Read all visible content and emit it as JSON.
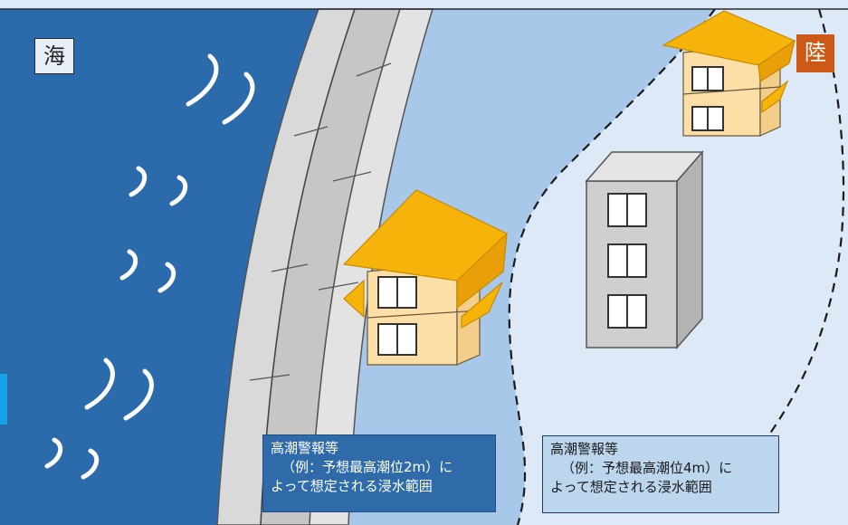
{
  "labels": {
    "sea": "海",
    "land": "陸"
  },
  "zones": {
    "zone_2m": {
      "line1": "高潮警報等",
      "line2": "（例：予想最高潮位2m）に",
      "line3": "よって想定される浸水範囲"
    },
    "zone_4m": {
      "line1": "高潮警報等",
      "line2": "（例：予想最高潮位4m）に",
      "line3": "よって想定される浸水範囲"
    }
  },
  "colors": {
    "sea": "#2b6aab",
    "zone_2m": "#a7c8e9",
    "zone_4m": "#dde9f6",
    "roof": "#f6b30a",
    "house_wall": "#fbdfa7",
    "building": "#cfcfcf"
  },
  "icons": [
    "wave-icon",
    "house-icon",
    "building-icon"
  ]
}
